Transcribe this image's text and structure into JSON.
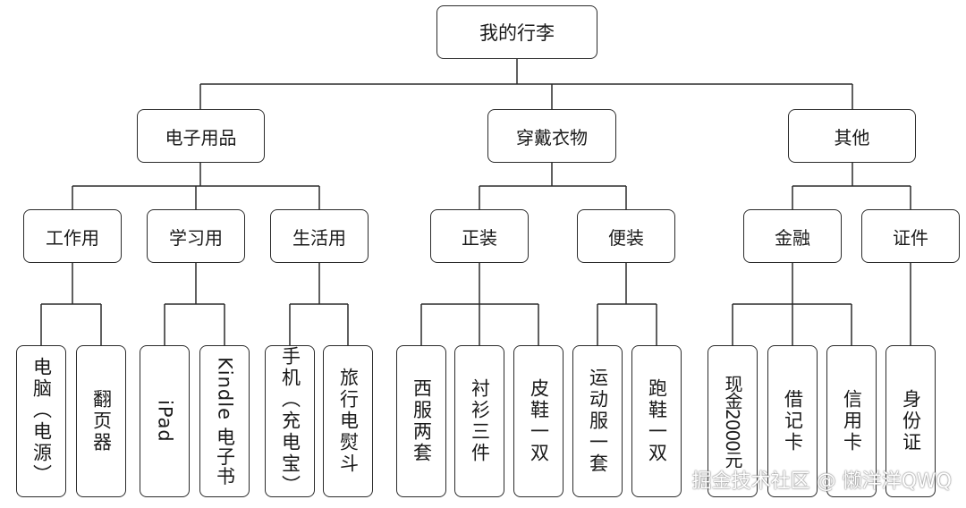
{
  "colors": {
    "line": "#2b2b2b",
    "border": "#2b2b2b",
    "background": "#ffffff",
    "text": "#1a1a1a"
  },
  "root": {
    "label": "我的行李"
  },
  "categories": [
    {
      "label": "电子用品",
      "subs": [
        {
          "label": "工作用",
          "items": [
            "电脑（电源）",
            "翻页器"
          ]
        },
        {
          "label": "学习用",
          "items": [
            "iPad",
            "Kindle 电子书"
          ]
        },
        {
          "label": "生活用",
          "items": [
            "手机（充电宝）",
            "旅行电熨斗"
          ]
        }
      ]
    },
    {
      "label": "穿戴衣物",
      "subs": [
        {
          "label": "正装",
          "items": [
            "西服两套",
            "衬衫三件",
            "皮鞋一双"
          ]
        },
        {
          "label": "便装",
          "items": [
            "运动服一套",
            "跑鞋一双"
          ]
        }
      ]
    },
    {
      "label": "其他",
      "subs": [
        {
          "label": "金融",
          "items": [
            "现金2000元",
            "借记卡",
            "信用卡"
          ]
        },
        {
          "label": "证件",
          "items": [
            "身份证"
          ]
        }
      ]
    }
  ],
  "watermark": "掘金技术社区 @ 懒洋洋QWQ"
}
